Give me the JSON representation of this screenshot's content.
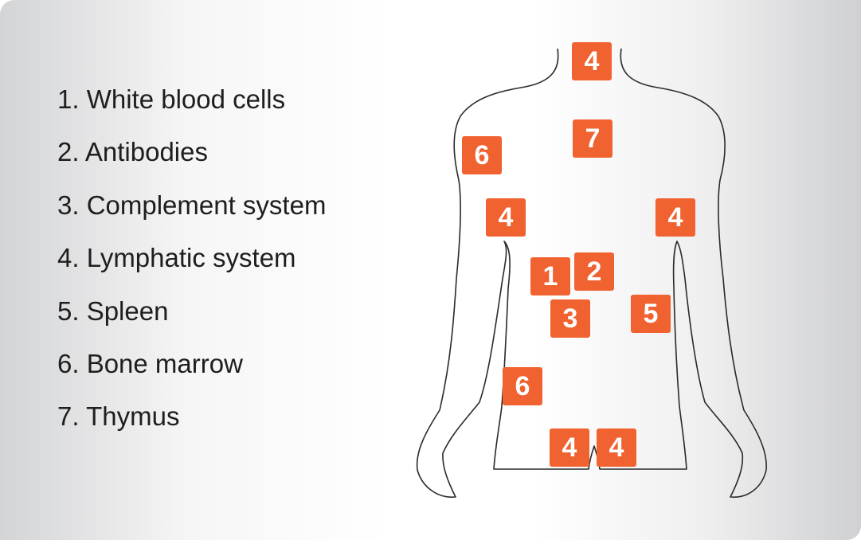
{
  "legend": {
    "items": [
      "1. White blood cells",
      "2. Antibodies",
      "3. Complement system",
      "4. Lymphatic system",
      "5. Spleen",
      "6. Bone marrow",
      "7. Thymus"
    ]
  },
  "markers": [
    {
      "id": "neck",
      "label": "4"
    },
    {
      "id": "chest-center",
      "label": "7"
    },
    {
      "id": "shoulder-left",
      "label": "6"
    },
    {
      "id": "armpit-left",
      "label": "4"
    },
    {
      "id": "armpit-right",
      "label": "4"
    },
    {
      "id": "abdomen-a",
      "label": "1"
    },
    {
      "id": "abdomen-b",
      "label": "2"
    },
    {
      "id": "abdomen-c",
      "label": "3"
    },
    {
      "id": "abdomen-right",
      "label": "5"
    },
    {
      "id": "hip-left",
      "label": "6"
    },
    {
      "id": "groin-left",
      "label": "4"
    },
    {
      "id": "groin-right",
      "label": "4"
    }
  ],
  "colors": {
    "marker": "#f0622f",
    "marker_text": "#ffffff",
    "outline": "#2a2a2a",
    "text": "#1e1e1e"
  }
}
